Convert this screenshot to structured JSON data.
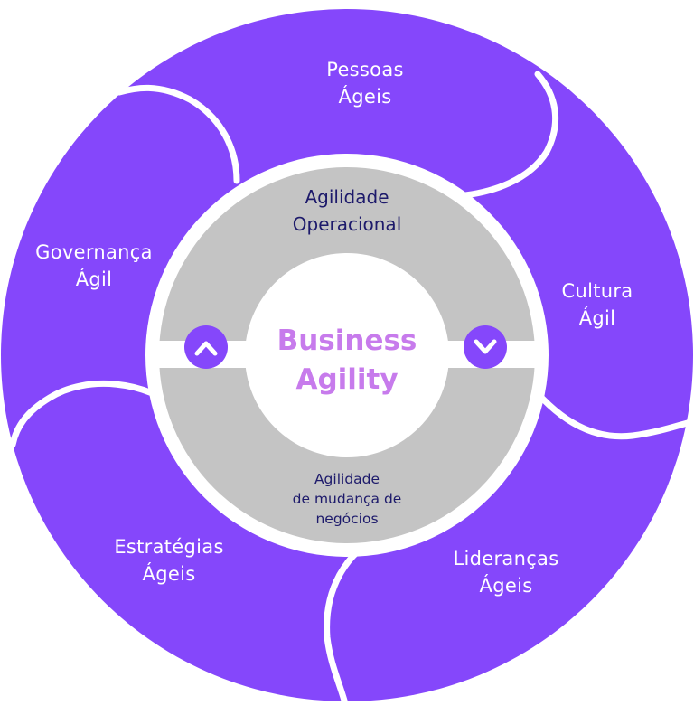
{
  "colors": {
    "petal": "#8547fb",
    "divider": "#ffffff",
    "ring": "#c4c4c4",
    "center": "#ffffff",
    "center_text": "#c77bec",
    "ring_text": "#1d1a6b",
    "outer_text": "#ffffff"
  },
  "center": {
    "line1": "Business",
    "line2": "Agility"
  },
  "inner_ring": {
    "top": {
      "line1": "Agilidade",
      "line2": "Operacional"
    },
    "bottom": {
      "line1": "Agilidade",
      "line2": "de mudança de",
      "line3": "negócios"
    },
    "left_arrow_icon": "chevron-up-icon",
    "right_arrow_icon": "chevron-down-icon"
  },
  "petals": [
    {
      "id": "pessoas",
      "line1": "Pessoas",
      "line2": "Ágeis"
    },
    {
      "id": "cultura",
      "line1": "Cultura",
      "line2": "Ágil"
    },
    {
      "id": "liderancas",
      "line1": "Lideranças",
      "line2": "Ágeis"
    },
    {
      "id": "estrategias",
      "line1": "Estratégias",
      "line2": "Ágeis"
    },
    {
      "id": "governanca",
      "line1": "Governança",
      "line2": "Ágil"
    }
  ]
}
